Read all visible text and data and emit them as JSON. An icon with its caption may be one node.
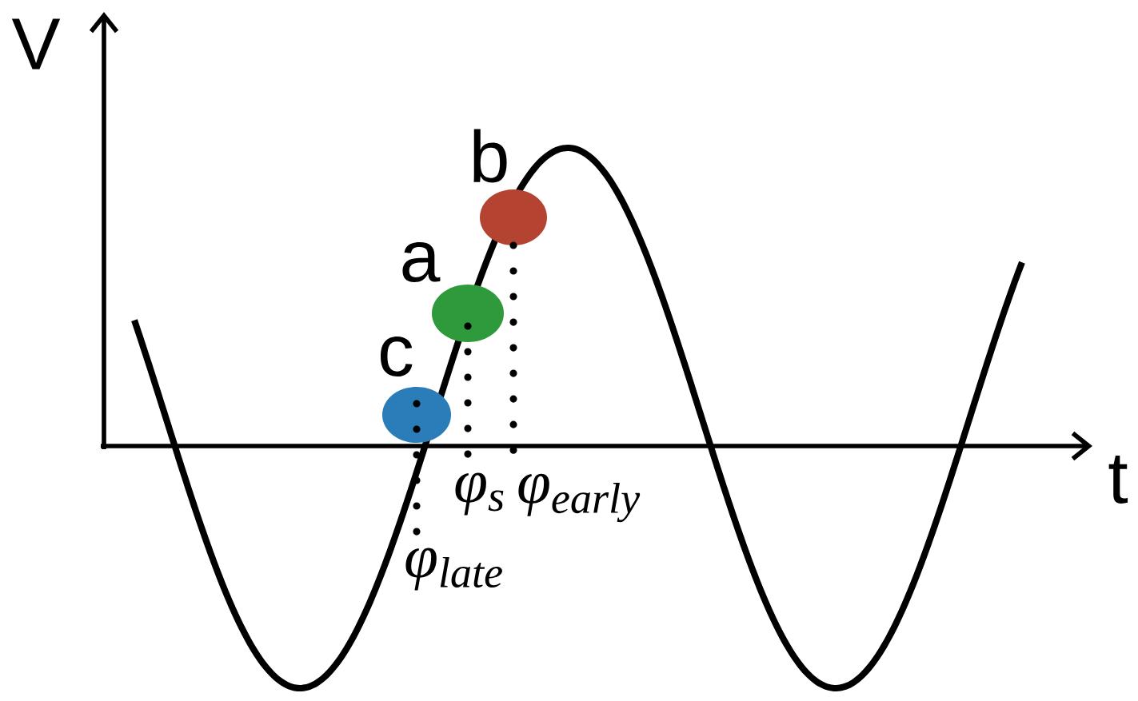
{
  "diagram": {
    "nodes": [
      {
        "text": [],
        "shape": "circle",
        "beside": [
          "b"
        ]
      },
      {
        "text": [],
        "shape": "circle",
        "beside": [
          "a"
        ]
      },
      {
        "text": [],
        "shape": "circle",
        "beside": [
          "c"
        ]
      },
      {
        "text": [
          "φ$_{s}$"
        ]
      },
      {
        "text": [
          "φ$_{early}$"
        ]
      },
      {
        "text": [
          "φ$_{late}$"
        ]
      }
    ],
    "edges": [
      {
        "from": 0,
        "to": 4,
        "arrow": "none",
        "style": "dashed"
      },
      {
        "from": 1,
        "to": 3,
        "arrow": "none",
        "style": "dashed"
      },
      {
        "from": 2,
        "to": 5,
        "arrow": "none",
        "style": "dashed"
      }
    ],
    "labels": [
      "V",
      "t"
    ]
  }
}
